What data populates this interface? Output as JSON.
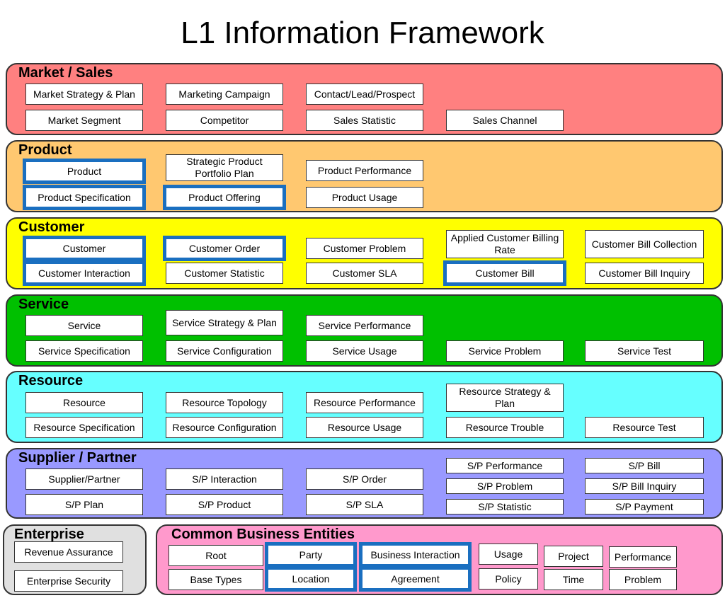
{
  "title": "L1 Information Framework",
  "colors": {
    "market": "#ff8080",
    "product": "#ffc870",
    "customer": "#ffff00",
    "service": "#00c000",
    "resource": "#66ffff",
    "supplier": "#9999ff",
    "enterprise": "#e0e0e0",
    "common": "#ff99cc",
    "highlight_border": "#1a6fc0"
  },
  "domains": {
    "market": {
      "label": "Market / Sales",
      "entities": {
        "market_strategy_plan": "Market Strategy & Plan",
        "marketing_campaign": "Marketing Campaign",
        "contact_lead_prospect": "Contact/Lead/Prospect",
        "market_segment": "Market Segment",
        "competitor": "Competitor",
        "sales_statistic": "Sales Statistic",
        "sales_channel": "Sales Channel"
      }
    },
    "product": {
      "label": "Product",
      "entities": {
        "product": "Product",
        "strategic_product_portfolio_plan": "Strategic Product Portfolio Plan",
        "product_performance": "Product Performance",
        "product_specification": "Product Specification",
        "product_offering": "Product Offering",
        "product_usage": "Product Usage"
      }
    },
    "customer": {
      "label": "Customer",
      "entities": {
        "customer": "Customer",
        "customer_order": "Customer Order",
        "customer_problem": "Customer Problem",
        "applied_customer_billing_rate": "Applied Customer Billing Rate",
        "customer_bill_collection": "Customer Bill Collection",
        "customer_interaction": "Customer Interaction",
        "customer_statistic": "Customer Statistic",
        "customer_sla": "Customer SLA",
        "customer_bill": "Customer Bill",
        "customer_bill_inquiry": "Customer Bill Inquiry"
      }
    },
    "service": {
      "label": "Service",
      "entities": {
        "service": "Service",
        "service_strategy_plan": "Service Strategy & Plan",
        "service_performance": "Service Performance",
        "service_specification": "Service Specification",
        "service_configuration": "Service Configuration",
        "service_usage": "Service Usage",
        "service_problem": "Service Problem",
        "service_test": "Service Test"
      }
    },
    "resource": {
      "label": "Resource",
      "entities": {
        "resource": "Resource",
        "resource_topology": "Resource Topology",
        "resource_performance": "Resource Performance",
        "resource_strategy_plan": "Resource Strategy & Plan",
        "resource_specification": "Resource Specification",
        "resource_configuration": "Resource Configuration",
        "resource_usage": "Resource Usage",
        "resource_trouble": "Resource Trouble",
        "resource_test": "Resource Test"
      }
    },
    "supplier": {
      "label": "Supplier / Partner",
      "entities": {
        "supplier_partner": "Supplier/Partner",
        "sp_interaction": "S/P Interaction",
        "sp_order": "S/P Order",
        "sp_performance": "S/P Performance",
        "sp_bill": "S/P Bill",
        "sp_problem": "S/P Problem",
        "sp_bill_inquiry": "S/P Bill Inquiry",
        "sp_plan": "S/P Plan",
        "sp_product": "S/P Product",
        "sp_sla": "S/P SLA",
        "sp_statistic": "S/P Statistic",
        "sp_payment": "S/P Payment"
      }
    },
    "enterprise": {
      "label": "Enterprise",
      "entities": {
        "revenue_assurance": "Revenue Assurance",
        "enterprise_security": "Enterprise Security"
      }
    },
    "common": {
      "label": "Common Business Entities",
      "entities": {
        "root": "Root",
        "party": "Party",
        "business_interaction": "Business Interaction",
        "usage": "Usage",
        "project": "Project",
        "performance": "Performance",
        "base_types": "Base Types",
        "location": "Location",
        "agreement": "Agreement",
        "policy": "Policy",
        "time": "Time",
        "problem": "Problem"
      }
    }
  }
}
